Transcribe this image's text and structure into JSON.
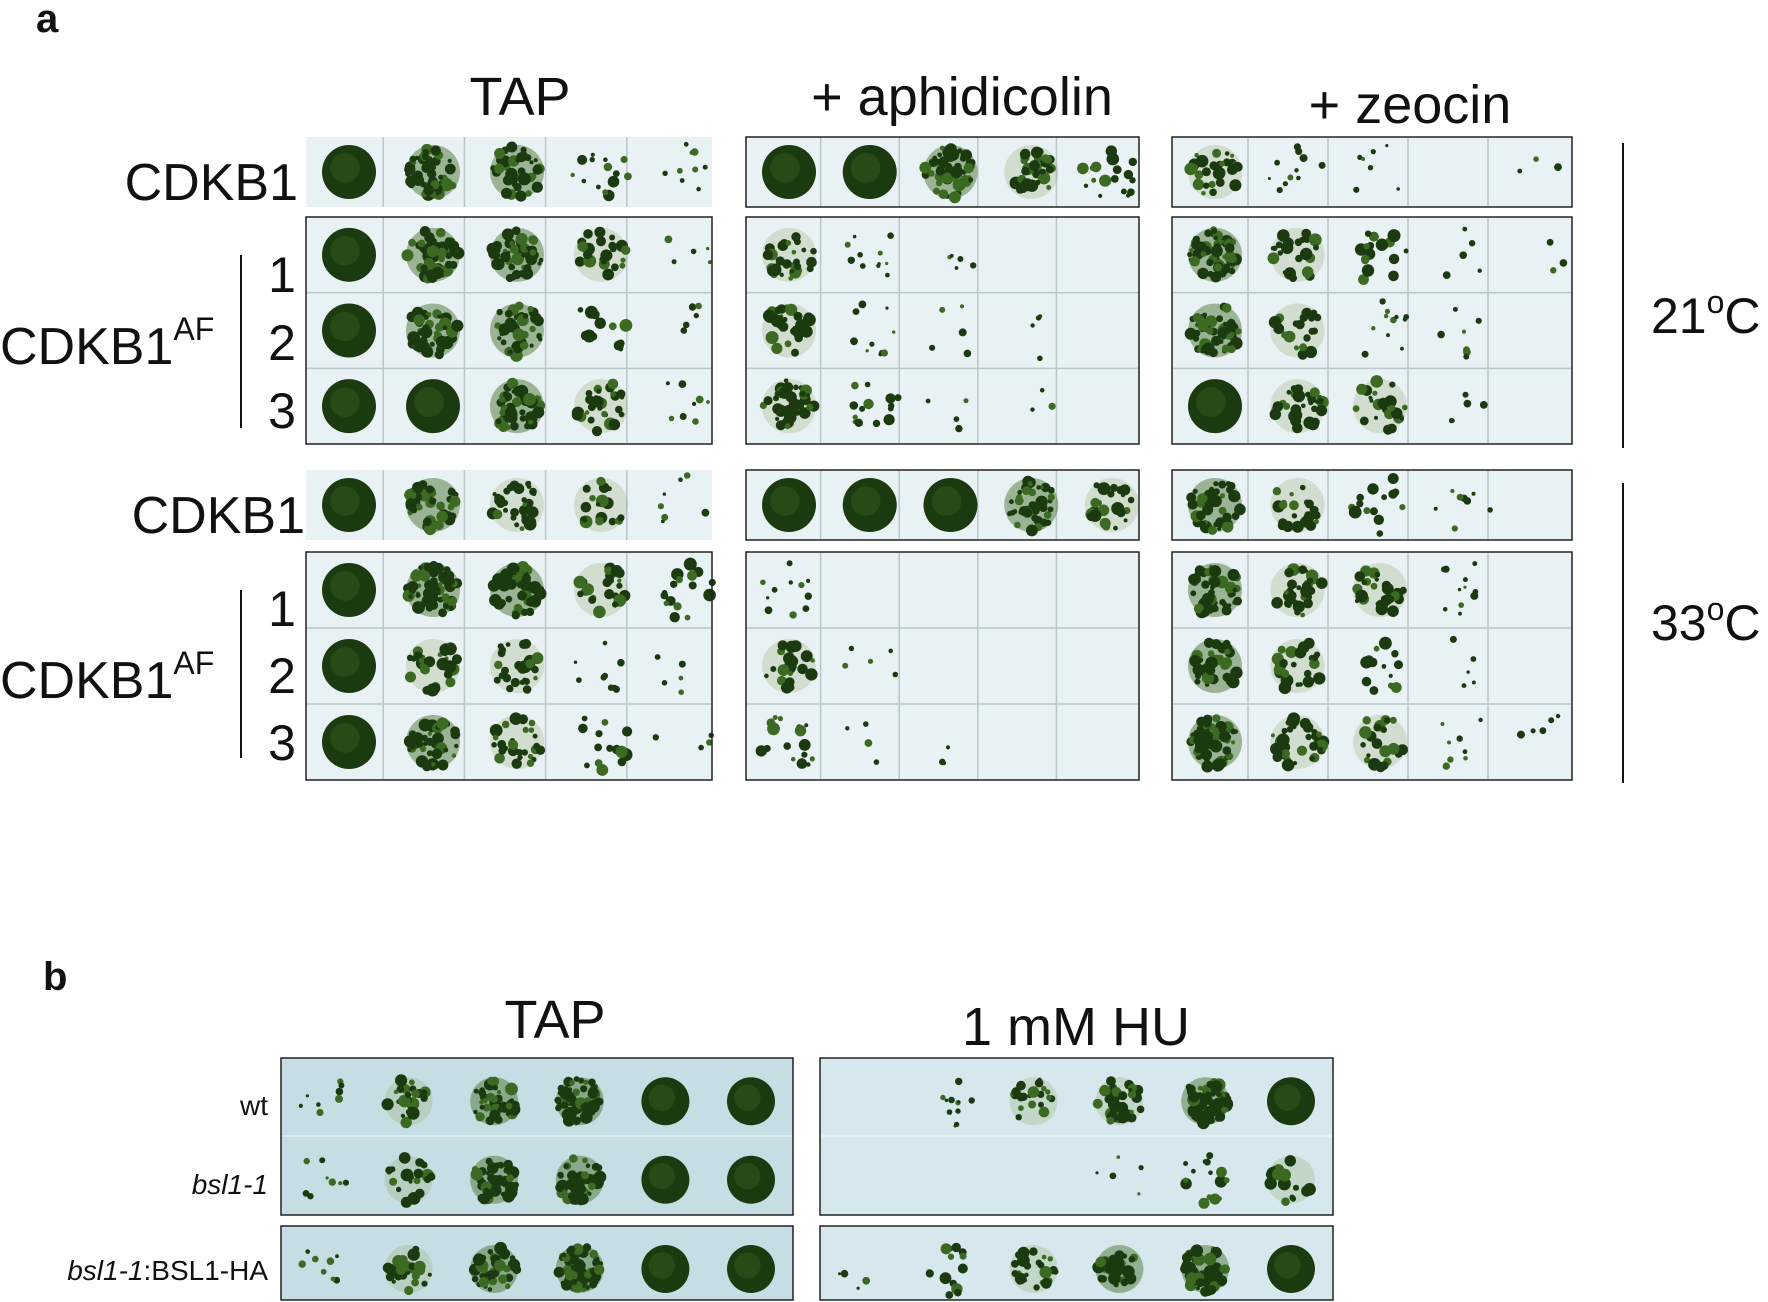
{
  "colors": {
    "plate_a": "#e8f1f4",
    "plate_b_tap": "#c6dde3",
    "plate_b_hu": "#d6e8ee",
    "grid": "#b9c6cc",
    "colony_dark": "#1c3a10",
    "colony_mid": "#3d6a22",
    "colony_light": "#8ba45c"
  },
  "panel_a": {
    "letter": "a",
    "columns": [
      "TAP",
      "+ aphidicolin",
      "+ zeocin"
    ],
    "row_label_wt": "CDKB1",
    "row_label_mut": "CDKB1",
    "row_label_mut_sup": "AF",
    "line_numbers": [
      "1",
      "2",
      "3"
    ],
    "temperatures": [
      {
        "value": "21",
        "sup": "o",
        "unit": "C"
      },
      {
        "value": "33",
        "sup": "o",
        "unit": "C"
      }
    ]
  },
  "panel_b": {
    "letter": "b",
    "columns": [
      "TAP",
      "1 mM HU"
    ],
    "rows": [
      {
        "label": "wt"
      },
      {
        "label": "bsl1-1"
      },
      {
        "label_italic": "bsl1-1",
        "label_rest": ":BSL1-HA"
      }
    ]
  },
  "plates": {
    "a_21_tap_wt": [
      0.95,
      0.8,
      0.6,
      0.2,
      0.12
    ],
    "a_21_tap_m1": [
      0.95,
      0.85,
      0.7,
      0.35,
      0.05
    ],
    "a_21_tap_m2": [
      0.95,
      0.8,
      0.65,
      0.2,
      0.05
    ],
    "a_21_tap_m3": [
      0.95,
      0.9,
      0.7,
      0.45,
      0.1
    ],
    "a_21_aph_wt": [
      0.95,
      0.9,
      0.8,
      0.5,
      0.25
    ],
    "a_21_aph_m1": [
      0.45,
      0.15,
      0.05,
      0.0,
      0.0
    ],
    "a_21_aph_m2": [
      0.5,
      0.15,
      0.05,
      0.03,
      0.0
    ],
    "a_21_aph_m3": [
      0.55,
      0.2,
      0.03,
      0.02,
      0.0
    ],
    "a_21_zeo_wt": [
      0.45,
      0.15,
      0.08,
      0.0,
      0.02
    ],
    "a_21_zeo_m1": [
      0.85,
      0.4,
      0.25,
      0.05,
      0.02
    ],
    "a_21_zeo_m2": [
      0.85,
      0.35,
      0.15,
      0.08,
      0.0
    ],
    "a_21_zeo_m3": [
      0.9,
      0.5,
      0.35,
      0.05,
      0.0
    ],
    "a_33_tap_wt": [
      0.9,
      0.7,
      0.5,
      0.3,
      0.08
    ],
    "a_33_tap_m1": [
      0.95,
      0.85,
      0.7,
      0.4,
      0.25
    ],
    "a_33_tap_m2": [
      0.9,
      0.5,
      0.4,
      0.12,
      0.05
    ],
    "a_33_tap_m3": [
      0.9,
      0.6,
      0.45,
      0.2,
      0.03
    ],
    "a_33_aph_wt": [
      0.95,
      0.95,
      0.9,
      0.6,
      0.35
    ],
    "a_33_aph_m1": [
      0.15,
      0.0,
      0.0,
      0.0,
      0.0
    ],
    "a_33_aph_m2": [
      0.35,
      0.05,
      0.0,
      0.0,
      0.0
    ],
    "a_33_aph_m3": [
      0.25,
      0.03,
      0.02,
      0.0,
      0.0
    ],
    "a_33_zeo_wt": [
      0.6,
      0.35,
      0.2,
      0.1,
      0.0
    ],
    "a_33_zeo_m1": [
      0.75,
      0.55,
      0.45,
      0.15,
      0.0
    ],
    "a_33_zeo_m2": [
      0.65,
      0.4,
      0.2,
      0.05,
      0.0
    ],
    "a_33_zeo_m3": [
      0.85,
      0.55,
      0.35,
      0.1,
      0.05
    ],
    "b_tap_wt": [
      0.1,
      0.35,
      0.6,
      0.8,
      0.92,
      0.98
    ],
    "b_tap_bsl": [
      0.1,
      0.3,
      0.6,
      0.85,
      0.92,
      0.98
    ],
    "b_tap_comp": [
      0.1,
      0.35,
      0.6,
      0.85,
      0.92,
      0.98
    ],
    "b_hu_wt": [
      0.0,
      0.15,
      0.3,
      0.5,
      0.85,
      0.95
    ],
    "b_hu_bsl": [
      0.0,
      0.0,
      0.0,
      0.05,
      0.25,
      0.3
    ],
    "b_hu_comp": [
      0.03,
      0.2,
      0.35,
      0.6,
      0.85,
      0.95
    ]
  }
}
